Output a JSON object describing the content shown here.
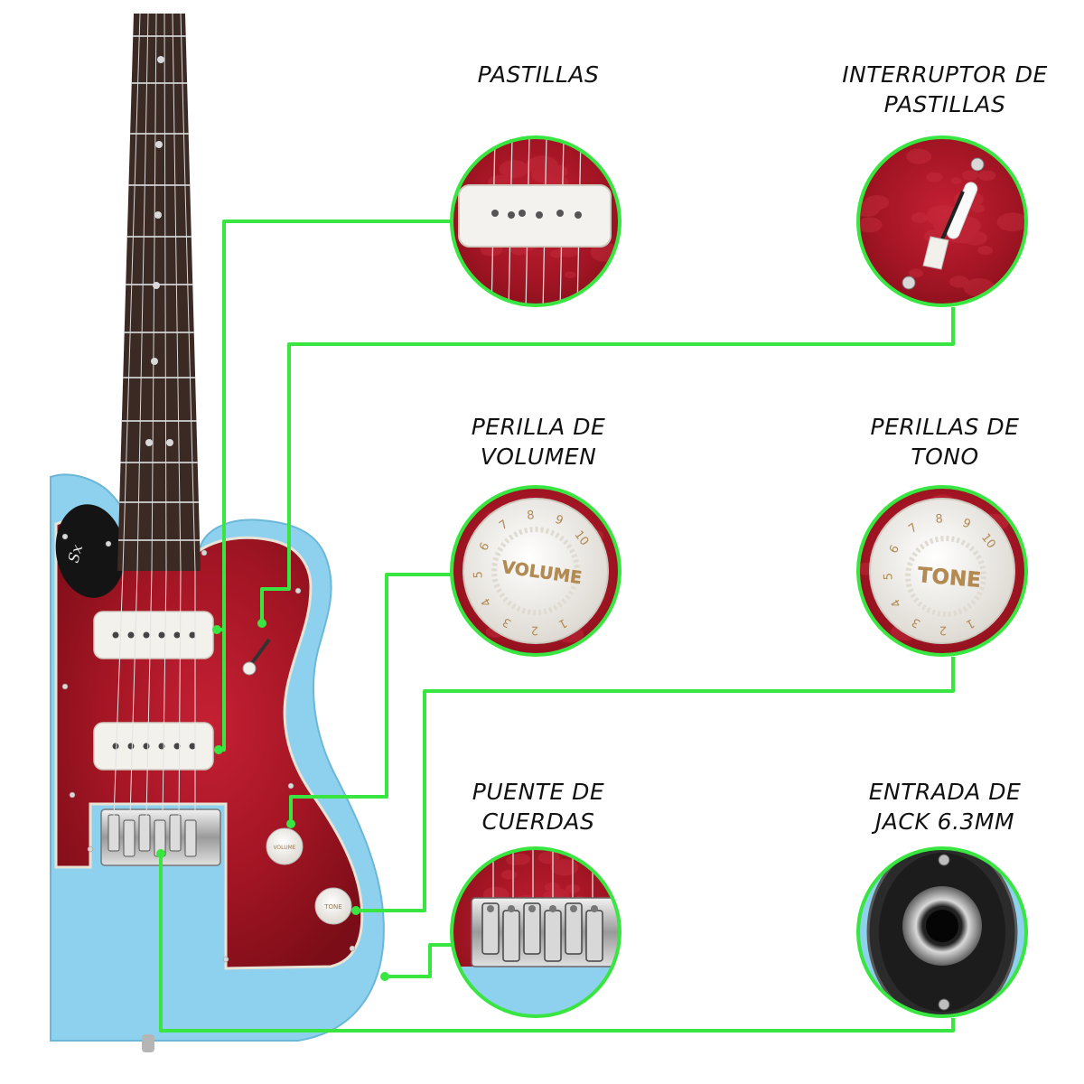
{
  "colors": {
    "connector": "#39e541",
    "guitar_body": "#8ed1ee",
    "pickguard": "#9c1320",
    "fretboard": "#3b2a24",
    "knob": "#f4f2ee",
    "knob_text": "#b28a52"
  },
  "labels": {
    "pickups": [
      "PASTILLAS"
    ],
    "pickup_switch": [
      "INTERRUPTOR DE",
      "PASTILLAS"
    ],
    "volume_knob": [
      "PERILLA DE",
      "VOLUMEN"
    ],
    "tone_knobs": [
      "PERILLAS DE",
      "TONO"
    ],
    "bridge": [
      "PUENTE DE",
      "CUERDAS"
    ],
    "jack_input": [
      "ENTRADA DE",
      "JACK 6.3MM"
    ]
  },
  "knobs": {
    "volume_text": "VOLUME",
    "tone_text": "TONE",
    "numbers": [
      "1",
      "2",
      "3",
      "4",
      "5",
      "6",
      "7",
      "8",
      "9",
      "10"
    ]
  },
  "guitar": {
    "small_volume_text": "VOLUME",
    "small_tone_text": "TONE"
  }
}
